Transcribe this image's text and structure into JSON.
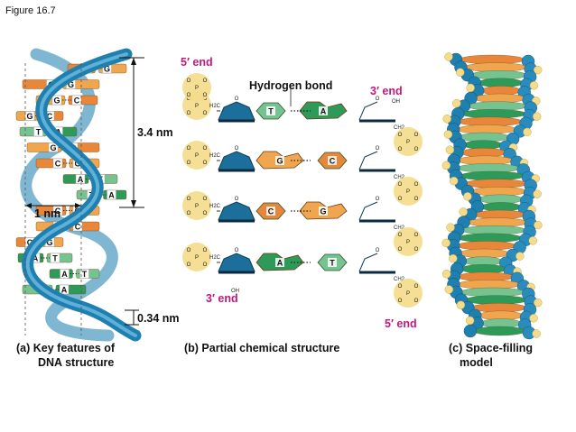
{
  "figure_label": "Figure 16.7",
  "panel_a": {
    "caption_line1": "(a) Key features of",
    "caption_line2": "DNA structure",
    "pitch_label": "3.4 nm",
    "width_label": "1 nm",
    "rise_label": "0.34 nm",
    "base_pairs": [
      {
        "left": "C",
        "right": "G"
      },
      {
        "left": "C",
        "right": "G"
      },
      {
        "left": "G",
        "right": "C"
      },
      {
        "left": "G",
        "right": "C"
      },
      {
        "left": "T",
        "right": "A"
      },
      {
        "left": "G",
        "right": "C"
      },
      {
        "left": "C",
        "right": "G"
      },
      {
        "left": "A",
        "right": "T"
      },
      {
        "left": "T",
        "right": "A"
      },
      {
        "left": "C",
        "right": "G"
      },
      {
        "left": "G",
        "right": "C"
      },
      {
        "left": "C",
        "right": "G"
      },
      {
        "left": "A",
        "right": "T"
      },
      {
        "left": "A",
        "right": "T"
      },
      {
        "left": "T",
        "right": "A"
      }
    ]
  },
  "panel_b": {
    "caption": "(b) Partial chemical structure",
    "five_prime_top": "5′ end",
    "three_prime_top": "3′ end",
    "three_prime_bottom": "3′ end",
    "five_prime_bottom": "5′ end",
    "hydrogen_bond": "Hydrogen bond",
    "base_pairs": [
      {
        "left": "T",
        "right": "A"
      },
      {
        "left": "G",
        "right": "C"
      },
      {
        "left": "C",
        "right": "G"
      },
      {
        "left": "A",
        "right": "T"
      }
    ],
    "chem_labels": {
      "oh": "OH",
      "ch2": "CH2",
      "h2c": "H2C",
      "p": "P",
      "o": "O"
    }
  },
  "panel_c": {
    "caption_line1": "(c) Space-filling",
    "caption_line2": "model"
  },
  "colors": {
    "backbone_blue": "#1f7fae",
    "backbone_dark": "#0e5a80",
    "c_orange": "#e8873a",
    "g_orange": "#f0a64e",
    "t_green": "#74c391",
    "a_green": "#2e9a5a",
    "phosphate_yellow": "#f4dc8a",
    "sugar_blue": "#1b6f9a",
    "magenta": "#c2187a"
  }
}
